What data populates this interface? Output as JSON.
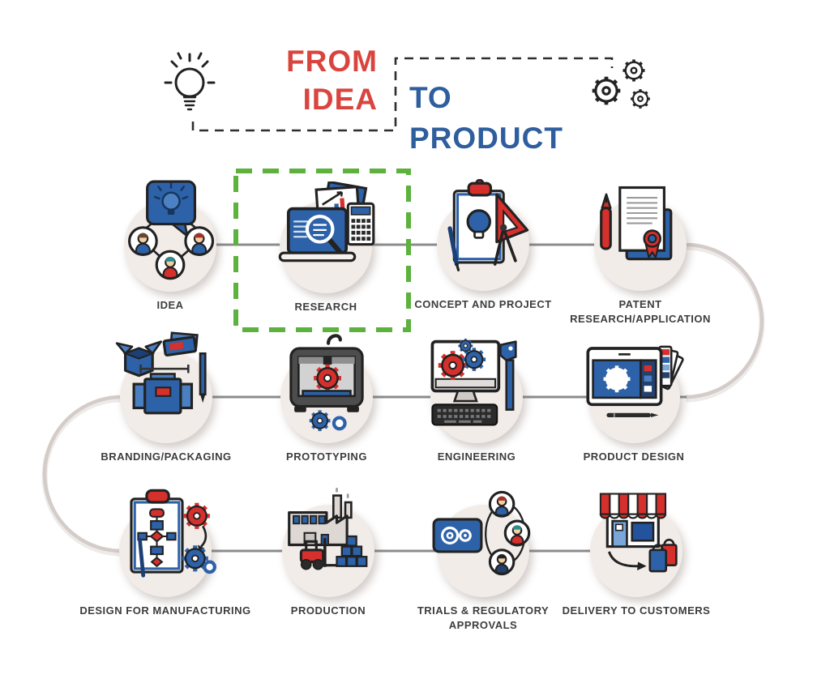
{
  "header": {
    "from": "FROM",
    "idea": "IDEA",
    "to": "TO",
    "product": "PRODUCT",
    "left_icon": "lightbulb-icon",
    "right_icon": "gears-icon"
  },
  "colors": {
    "title_red": "#d9453e",
    "title_blue": "#2e5e9e",
    "icon_blue": "#2d62a8",
    "icon_red": "#d6302c",
    "highlight_green": "#5cb23c",
    "circle_bg": "#f2ece9",
    "connector_line": "#8c8c8c",
    "connector_arc": "#d3ccc8"
  },
  "flow": {
    "highlight": {
      "step": "RESEARCH",
      "style": "green-dashed-box"
    },
    "nodes": [
      {
        "label": "IDEA",
        "icon": "idea-icon"
      },
      {
        "label": "RESEARCH",
        "icon": "research-icon",
        "highlighted": true
      },
      {
        "label": "CONCEPT AND PROJECT",
        "icon": "concept-project-icon"
      },
      {
        "label": "PATENT\nRESEARCH/APPLICATION",
        "icon": "patent-icon"
      },
      {
        "label": "BRANDING/PACKAGING",
        "icon": "branding-packaging-icon"
      },
      {
        "label": "PROTOTYPING",
        "icon": "prototyping-icon"
      },
      {
        "label": "ENGINEERING",
        "icon": "engineering-icon"
      },
      {
        "label": "PRODUCT DESIGN",
        "icon": "product-design-icon"
      },
      {
        "label": "DESIGN FOR MANUFACTURING",
        "icon": "design-for-manufacturing-icon"
      },
      {
        "label": "PRODUCTION",
        "icon": "production-icon"
      },
      {
        "label": "TRIALS & REGULATORY\nAPPROVALS",
        "icon": "trials-approvals-icon"
      },
      {
        "label": "DELIVERY TO CUSTOMERS",
        "icon": "delivery-customers-icon"
      }
    ]
  }
}
